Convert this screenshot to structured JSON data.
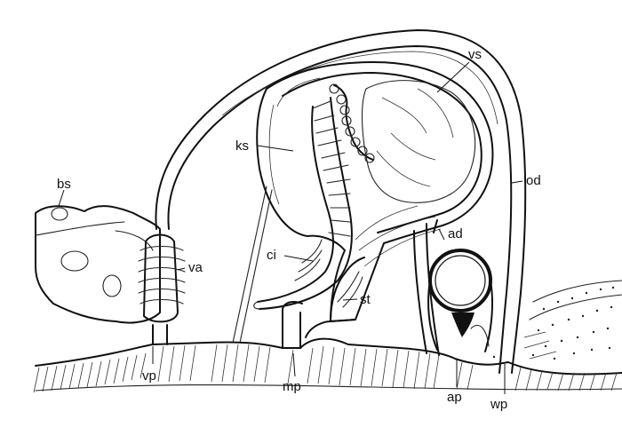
{
  "labels": {
    "bs": "bs",
    "vs": "vs",
    "ks": "ks",
    "od": "od",
    "ad": "ad",
    "ci": "ci",
    "va": "va",
    "st": "st",
    "vp": "vp",
    "mp": "mp",
    "ap": "ap",
    "wp": "wp"
  }
}
